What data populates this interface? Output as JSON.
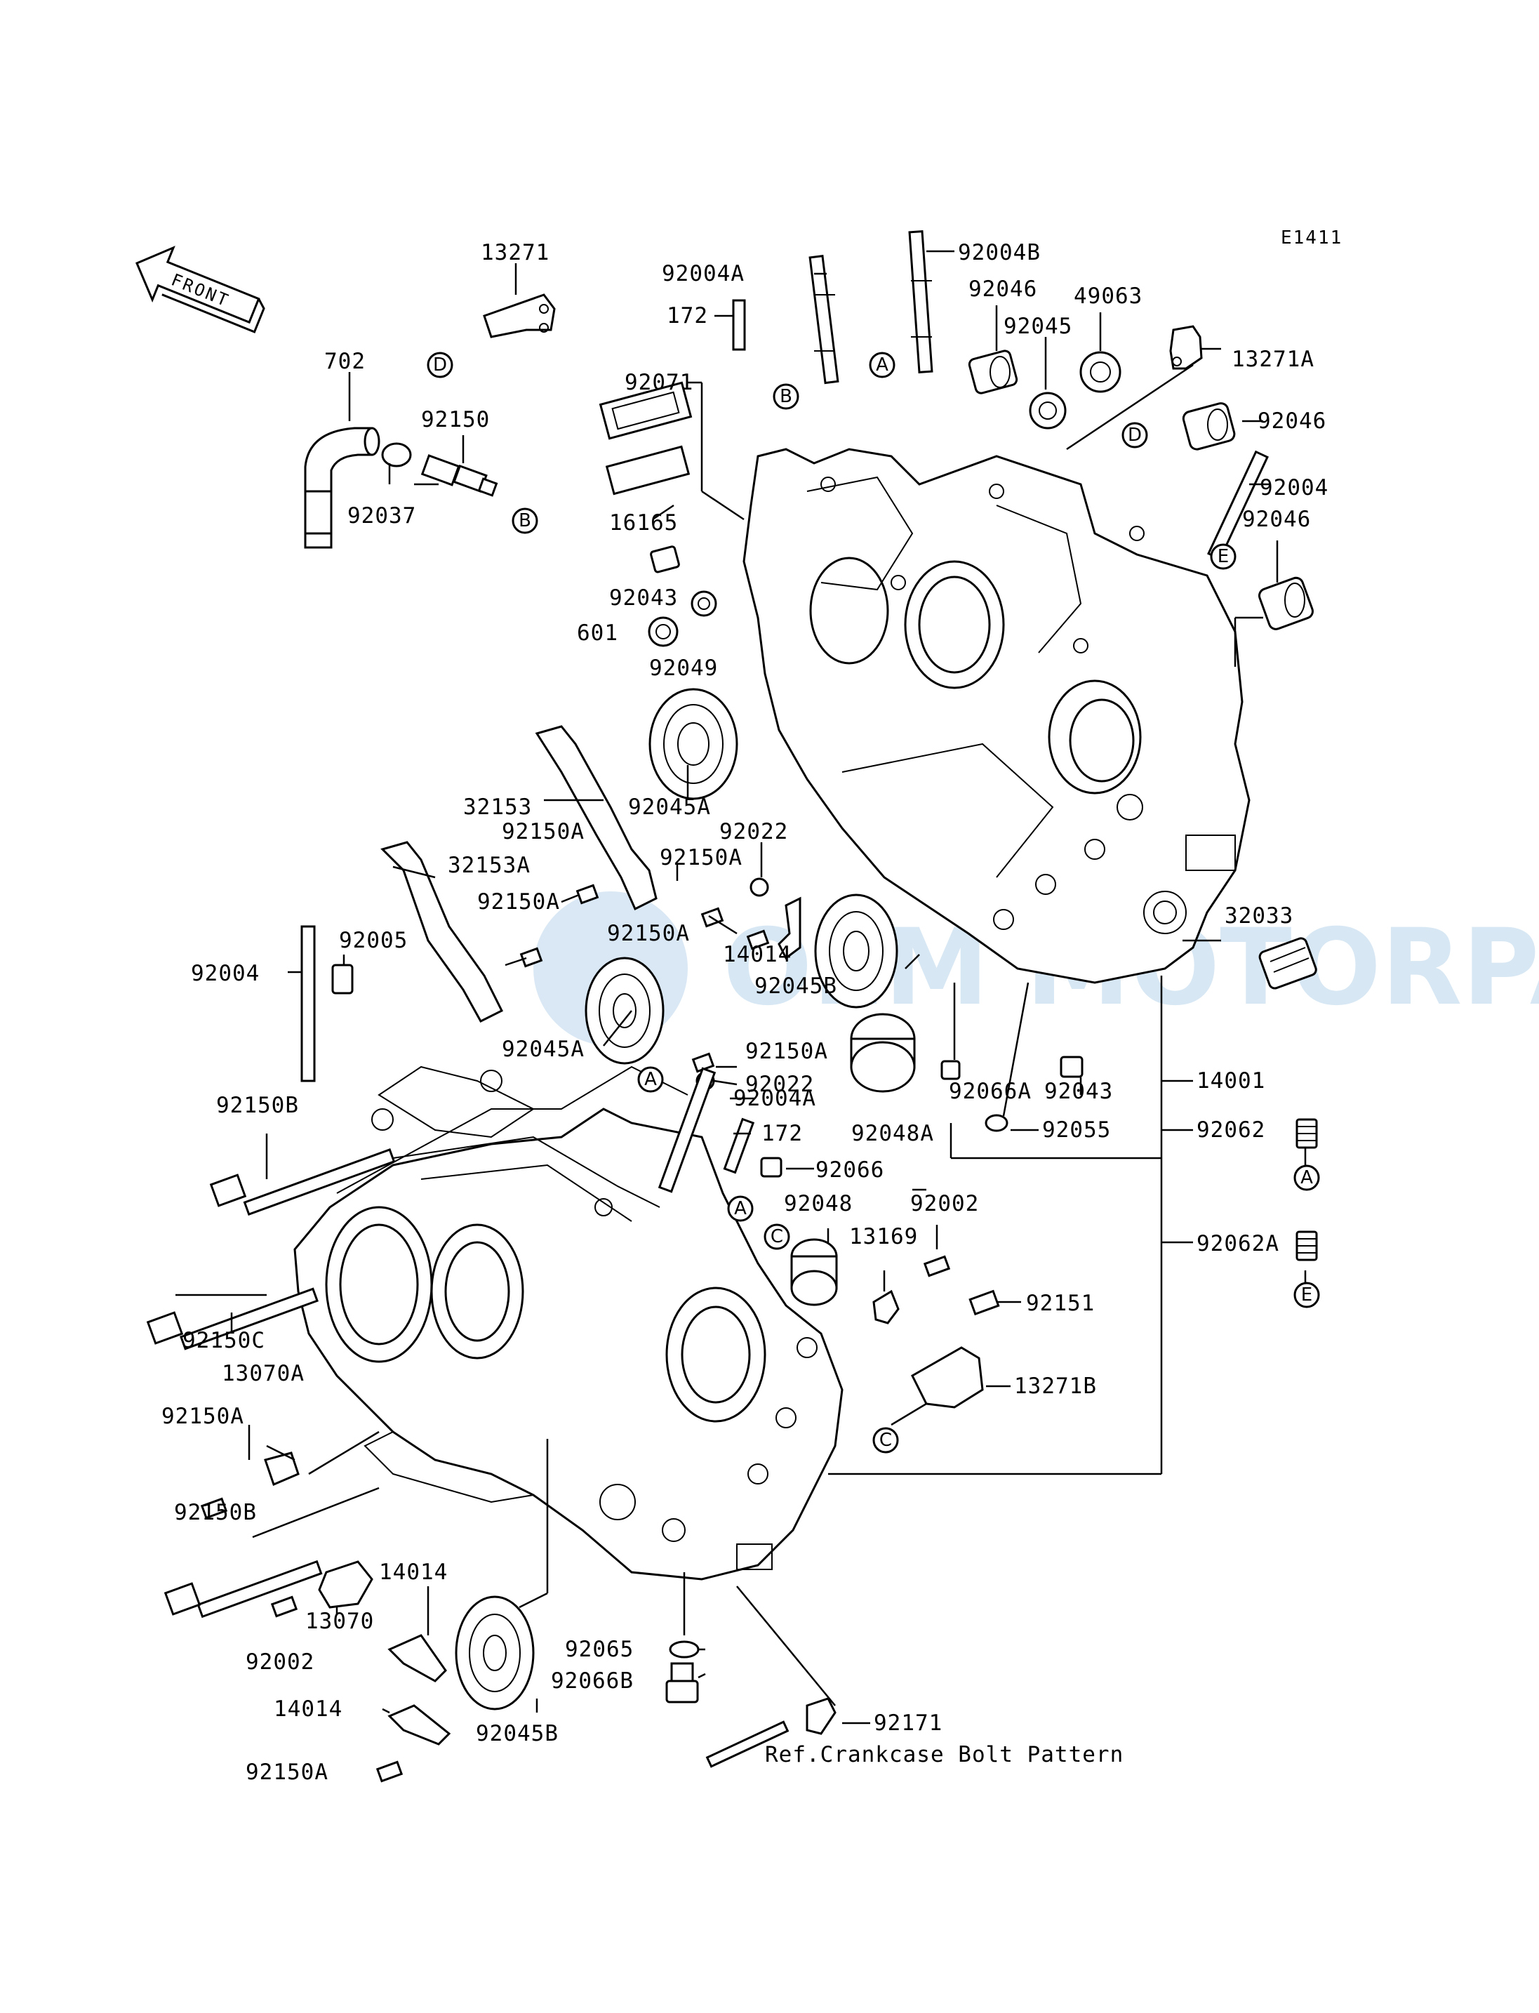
{
  "diagram_code": "E1411",
  "front_label": "FRONT",
  "footer_note": "Ref.Crankcase Bolt Pattern",
  "watermark": "OEM MOTORPARTS",
  "ref_letters": [
    "A",
    "B",
    "C",
    "D",
    "E"
  ],
  "labels": {
    "p13271": "13271",
    "p702": "702",
    "p92150": "92150",
    "p92037": "92037",
    "p92004A_top": "92004A",
    "p92004B": "92004B",
    "p172_top": "172",
    "p92071": "92071",
    "p16165": "16165",
    "p92043_top": "92043",
    "p601": "601",
    "p92049": "92049",
    "p92046_a": "92046",
    "p92045": "92045",
    "p49063": "49063",
    "p13271A": "13271A",
    "p92046_b": "92046",
    "p92004_right": "92004",
    "p92046_c": "92046",
    "p32153": "32153",
    "p92150A_1": "92150A",
    "p32153A": "32153A",
    "p92045A_1": "92045A",
    "p92022_1": "92022",
    "p92150A_2": "92150A",
    "p92150A_3": "92150A",
    "p92150A_4": "92150A",
    "p14014_1": "14014",
    "p92045B_1": "92045B",
    "p92004_left": "92004",
    "p92005": "92005",
    "p92045A_2": "92045A",
    "p92150A_5": "92150A",
    "p92022_2": "92022",
    "p32033": "32033",
    "p92150B_1": "92150B",
    "p92004A_mid": "92004A",
    "p172_mid": "172",
    "p92066": "92066",
    "p92066A": "92066A",
    "p92043_mid": "92043",
    "p14001": "14001",
    "p92048A": "92048A",
    "p92055": "92055",
    "p92062": "92062",
    "p92048": "92048",
    "p92002_1": "92002",
    "p13169": "13169",
    "p92062A": "92062A",
    "p92150C": "92150C",
    "p92151": "92151",
    "p13070A": "13070A",
    "p13271B": "13271B",
    "p92150A_6": "92150A",
    "p92150B_2": "92150B",
    "p14014_2": "14014",
    "p13070": "13070",
    "p92002_2": "92002",
    "p92065": "92065",
    "p92066B": "92066B",
    "p92171": "92171",
    "p14014_3": "14014",
    "p92045B_2": "92045B",
    "p92150A_7": "92150A"
  }
}
